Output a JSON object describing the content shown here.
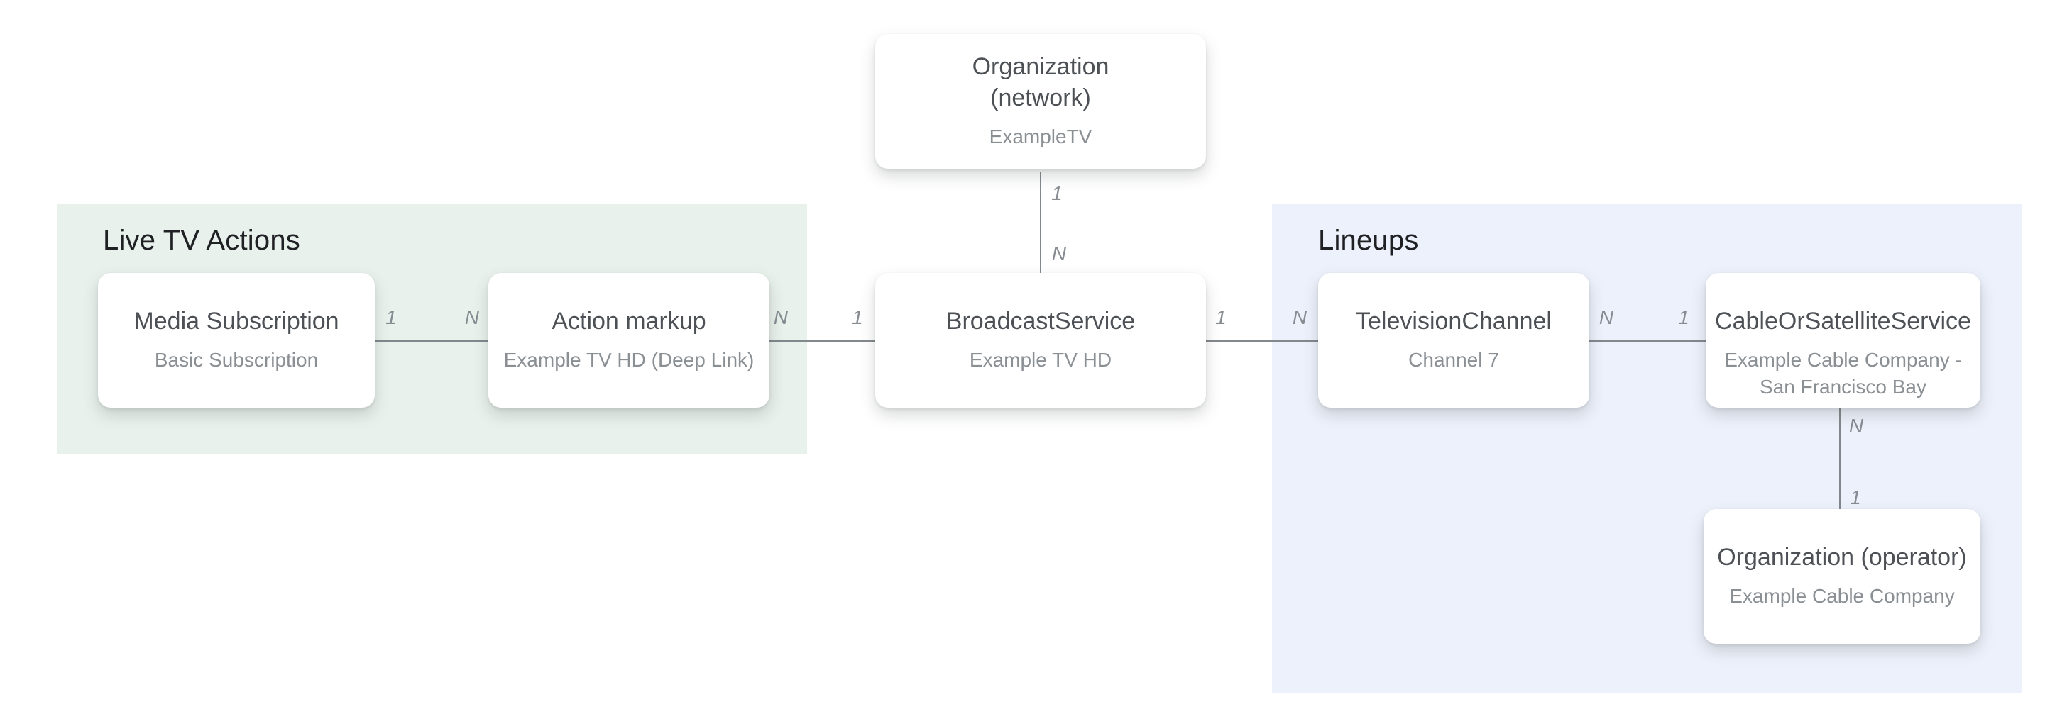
{
  "colors": {
    "background": "#ffffff",
    "live_tv_section_bg": "#e9f1ec",
    "lineups_section_bg": "#edf1fb",
    "card_bg": "#ffffff",
    "card_title": "#4d5156",
    "card_subtitle": "#8a8f94",
    "section_label": "#202124",
    "connector_line": "#83888d",
    "cardinality_label": "#878c92"
  },
  "sections": {
    "live_tv_actions": {
      "label": "Live TV Actions"
    },
    "lineups": {
      "label": "Lineups"
    }
  },
  "entities": {
    "organization_network": {
      "title": [
        "Organization",
        "(network)"
      ],
      "subtitle": "ExampleTV"
    },
    "media_subscription": {
      "title": "Media Subscription",
      "subtitle": "Basic Subscription"
    },
    "action_markup": {
      "title": "Action markup",
      "subtitle": "Example TV HD (Deep Link)"
    },
    "broadcast_service": {
      "title": "BroadcastService",
      "subtitle": "Example TV HD"
    },
    "television_channel": {
      "title": "TelevisionChannel",
      "subtitle": "Channel 7"
    },
    "cable_or_satellite_service": {
      "title": "CableOrSatelliteService",
      "subtitle": [
        "Example Cable Company -",
        "San Francisco Bay"
      ]
    },
    "organization_operator": {
      "title": "Organization (operator)",
      "subtitle": "Example Cable Company"
    }
  },
  "connections": [
    {
      "from": "organization_network",
      "to": "broadcast_service",
      "from_cardinality": "1",
      "to_cardinality": "N"
    },
    {
      "from": "media_subscription",
      "to": "action_markup",
      "from_cardinality": "1",
      "to_cardinality": "N"
    },
    {
      "from": "action_markup",
      "to": "broadcast_service",
      "from_cardinality": "N",
      "to_cardinality": "1"
    },
    {
      "from": "broadcast_service",
      "to": "television_channel",
      "from_cardinality": "1",
      "to_cardinality": "N"
    },
    {
      "from": "television_channel",
      "to": "cable_or_satellite_service",
      "from_cardinality": "N",
      "to_cardinality": "1"
    },
    {
      "from": "cable_or_satellite_service",
      "to": "organization_operator",
      "from_cardinality": "N",
      "to_cardinality": "1"
    }
  ]
}
